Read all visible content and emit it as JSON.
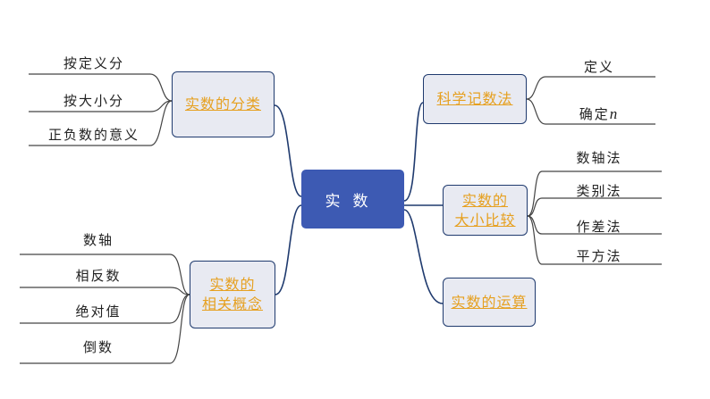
{
  "center": "实数",
  "branches": {
    "classification": {
      "label": "实数的分类",
      "leaves": [
        "按定义分",
        "按大小分",
        "正负数的意义"
      ]
    },
    "concepts": {
      "label1": "实数的",
      "label2": "相关概念",
      "leaves": [
        "数轴",
        "相反数",
        "绝对值",
        "倒数"
      ]
    },
    "scientific": {
      "label": "科学记数法",
      "leaves": [
        "定义",
        "确定"
      ],
      "italic": "n"
    },
    "compare": {
      "label1": "实数的",
      "label2": "大小比较",
      "leaves": [
        "数轴法",
        "类别法",
        "作差法",
        "平方法"
      ]
    },
    "operation": {
      "label": "实数的运算"
    }
  },
  "colors": {
    "center": "#3d5ab3",
    "link": "#e6a020",
    "line": "#1f3a6e"
  }
}
